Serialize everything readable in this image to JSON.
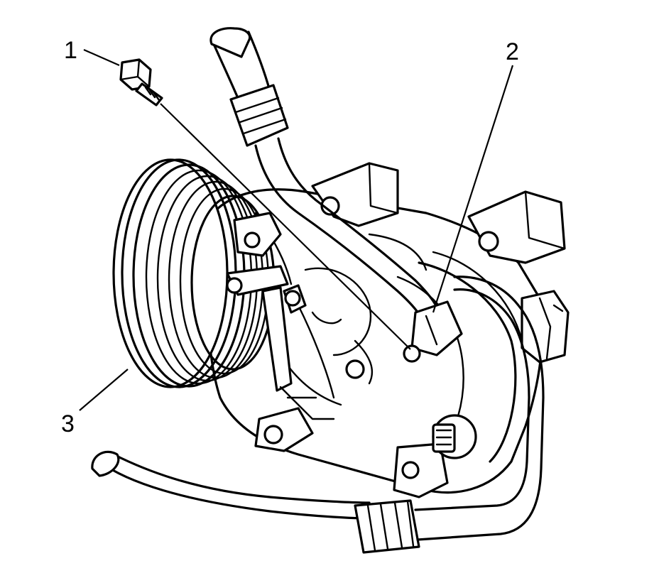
{
  "callouts": [
    {
      "id": "1",
      "label": "1"
    },
    {
      "id": "2",
      "label": "2"
    },
    {
      "id": "3",
      "label": "3"
    }
  ],
  "colors": {
    "ink": "#000000",
    "paper": "#ffffff"
  }
}
